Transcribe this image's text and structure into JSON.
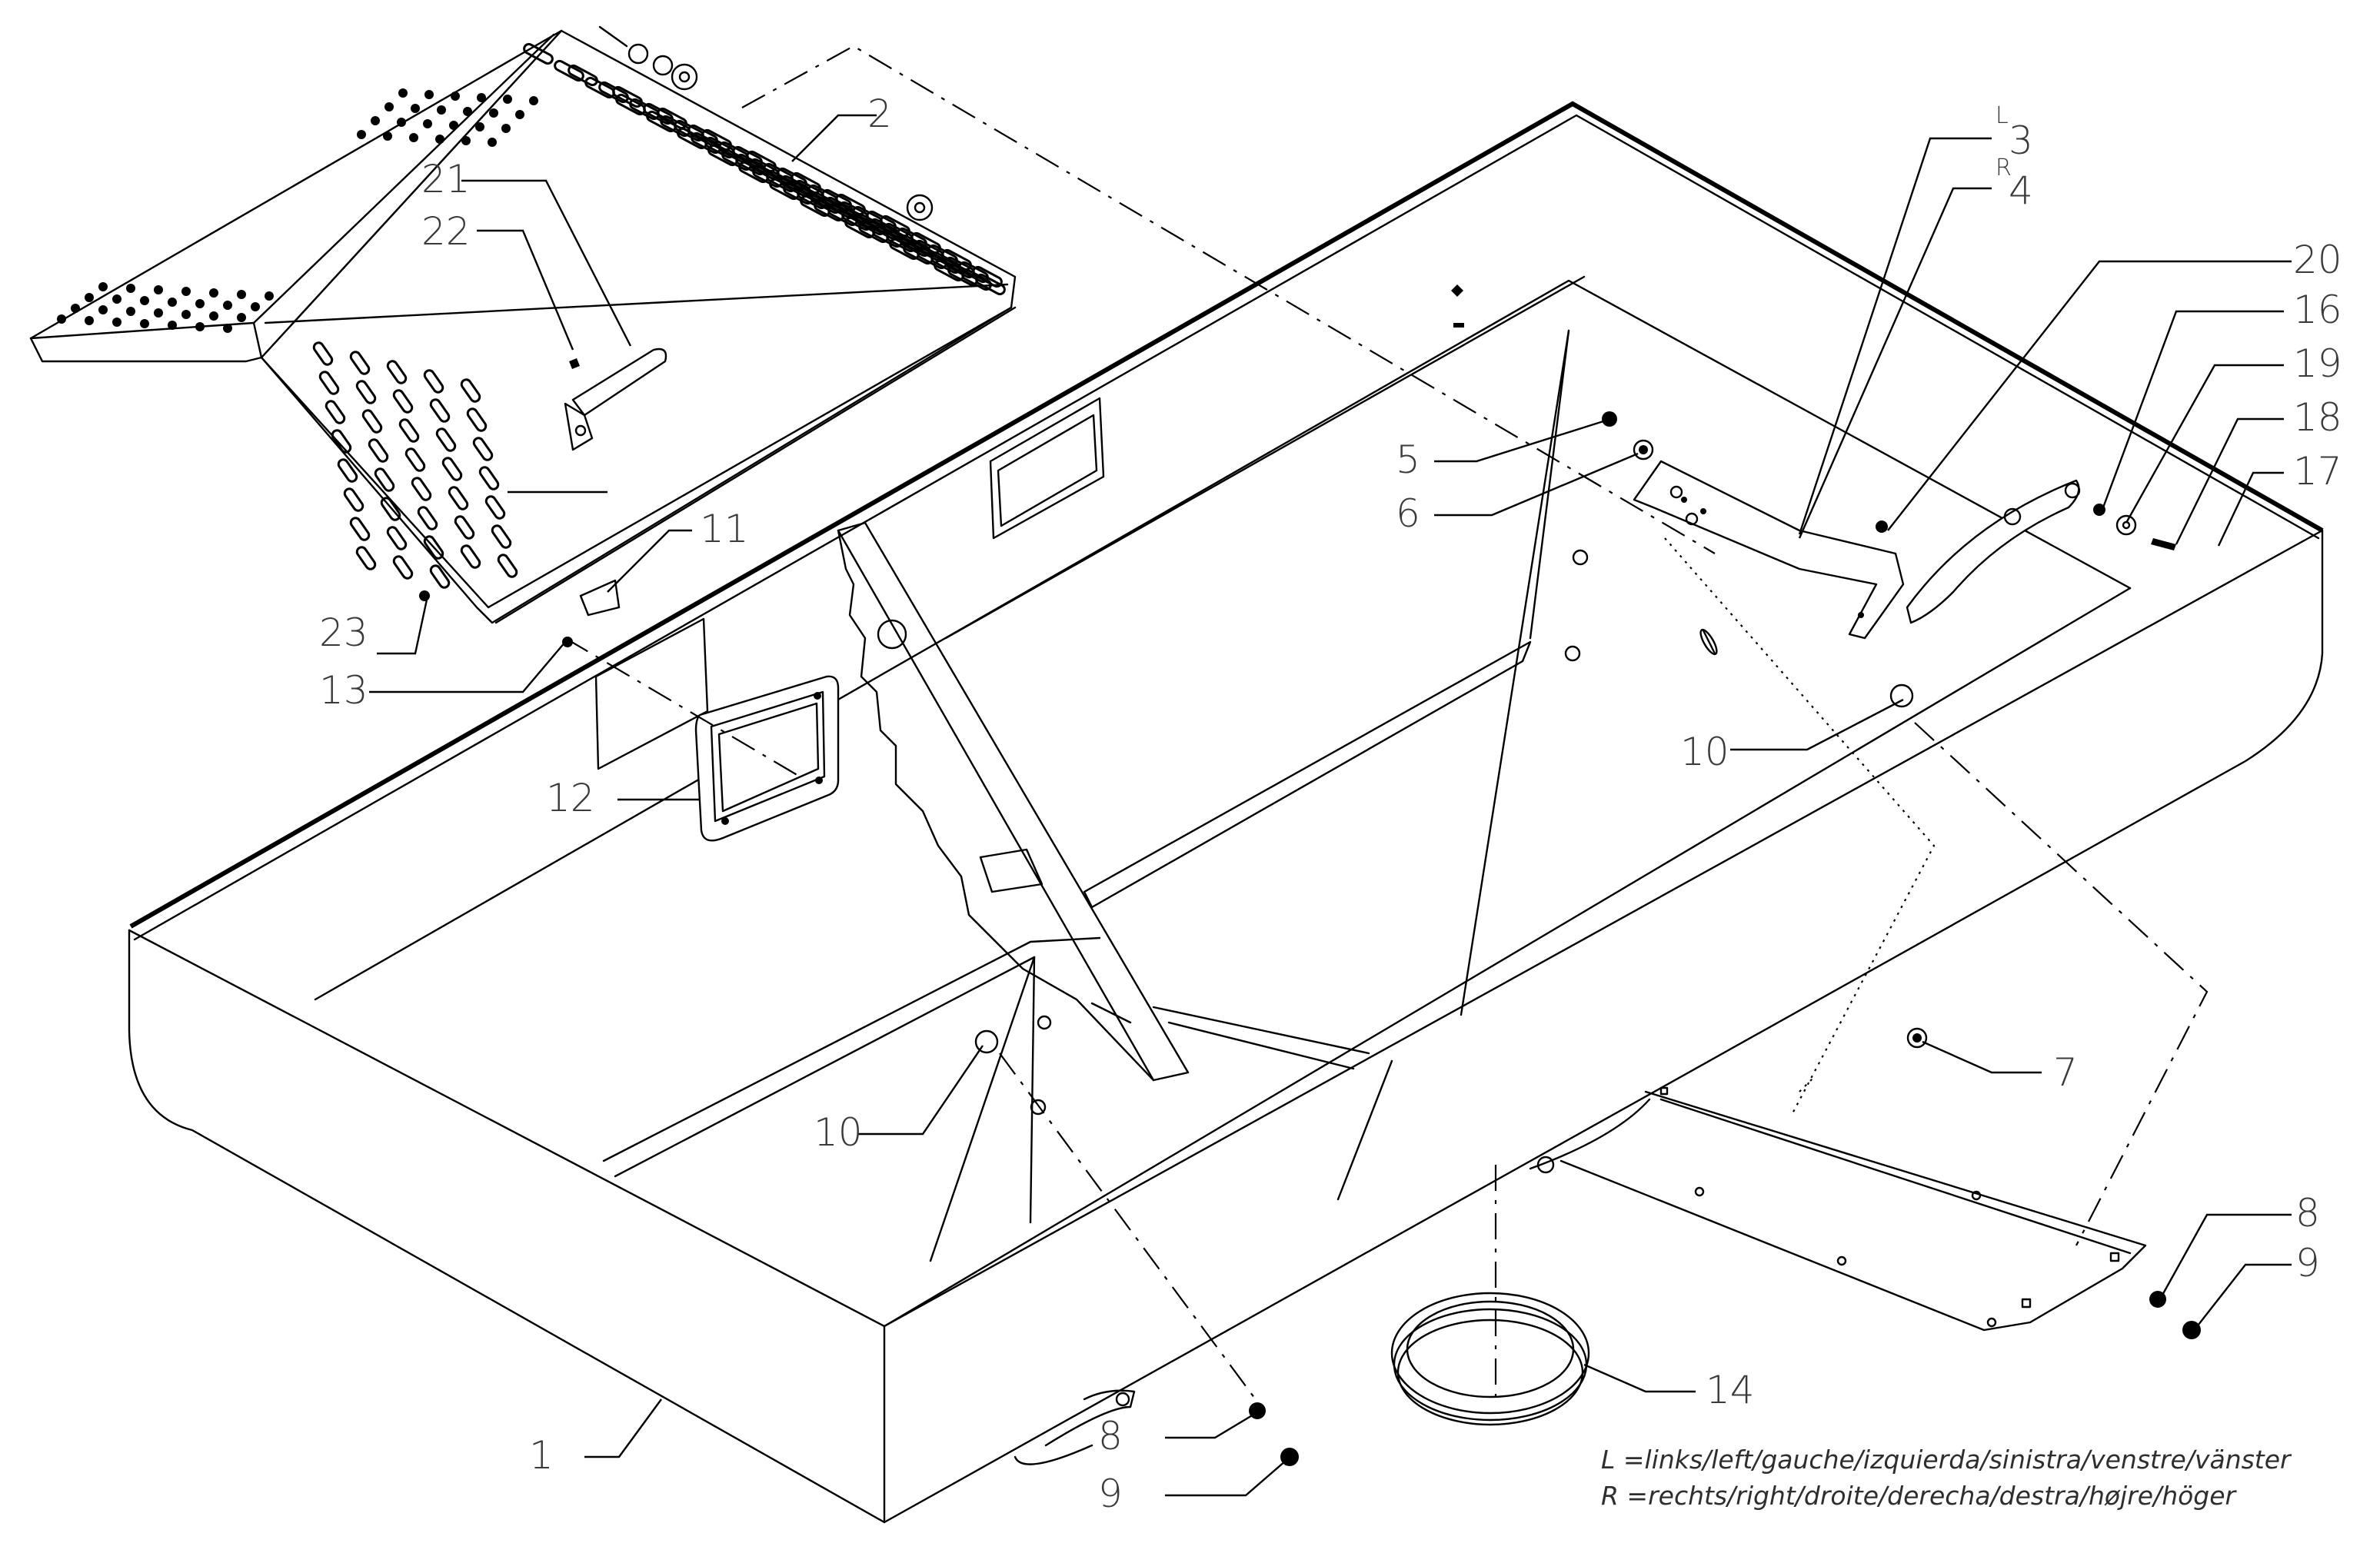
{
  "parts": [
    {
      "id": "1",
      "label": "1"
    },
    {
      "id": "2",
      "label": "2"
    },
    {
      "id": "3",
      "label": "3",
      "side": "L"
    },
    {
      "id": "4",
      "label": "4",
      "side": "R"
    },
    {
      "id": "5",
      "label": "5"
    },
    {
      "id": "6",
      "label": "6"
    },
    {
      "id": "7",
      "label": "7"
    },
    {
      "id": "8a",
      "label": "8"
    },
    {
      "id": "8b",
      "label": "8"
    },
    {
      "id": "9a",
      "label": "9"
    },
    {
      "id": "9b",
      "label": "9"
    },
    {
      "id": "10a",
      "label": "10"
    },
    {
      "id": "10b",
      "label": "10"
    },
    {
      "id": "11",
      "label": "11"
    },
    {
      "id": "12",
      "label": "12"
    },
    {
      "id": "13",
      "label": "13"
    },
    {
      "id": "14",
      "label": "14"
    },
    {
      "id": "16",
      "label": "16"
    },
    {
      "id": "17",
      "label": "17"
    },
    {
      "id": "18",
      "label": "18"
    },
    {
      "id": "19",
      "label": "19"
    },
    {
      "id": "20",
      "label": "20"
    },
    {
      "id": "21",
      "label": "21"
    },
    {
      "id": "22",
      "label": "22"
    },
    {
      "id": "23",
      "label": "23"
    }
  ],
  "legend": {
    "left": "L  =links/left/gauche/izquierda/sinistra/venstre/vänster",
    "right": "R  =rechts/right/droite/derecha/destra/højre/höger"
  }
}
